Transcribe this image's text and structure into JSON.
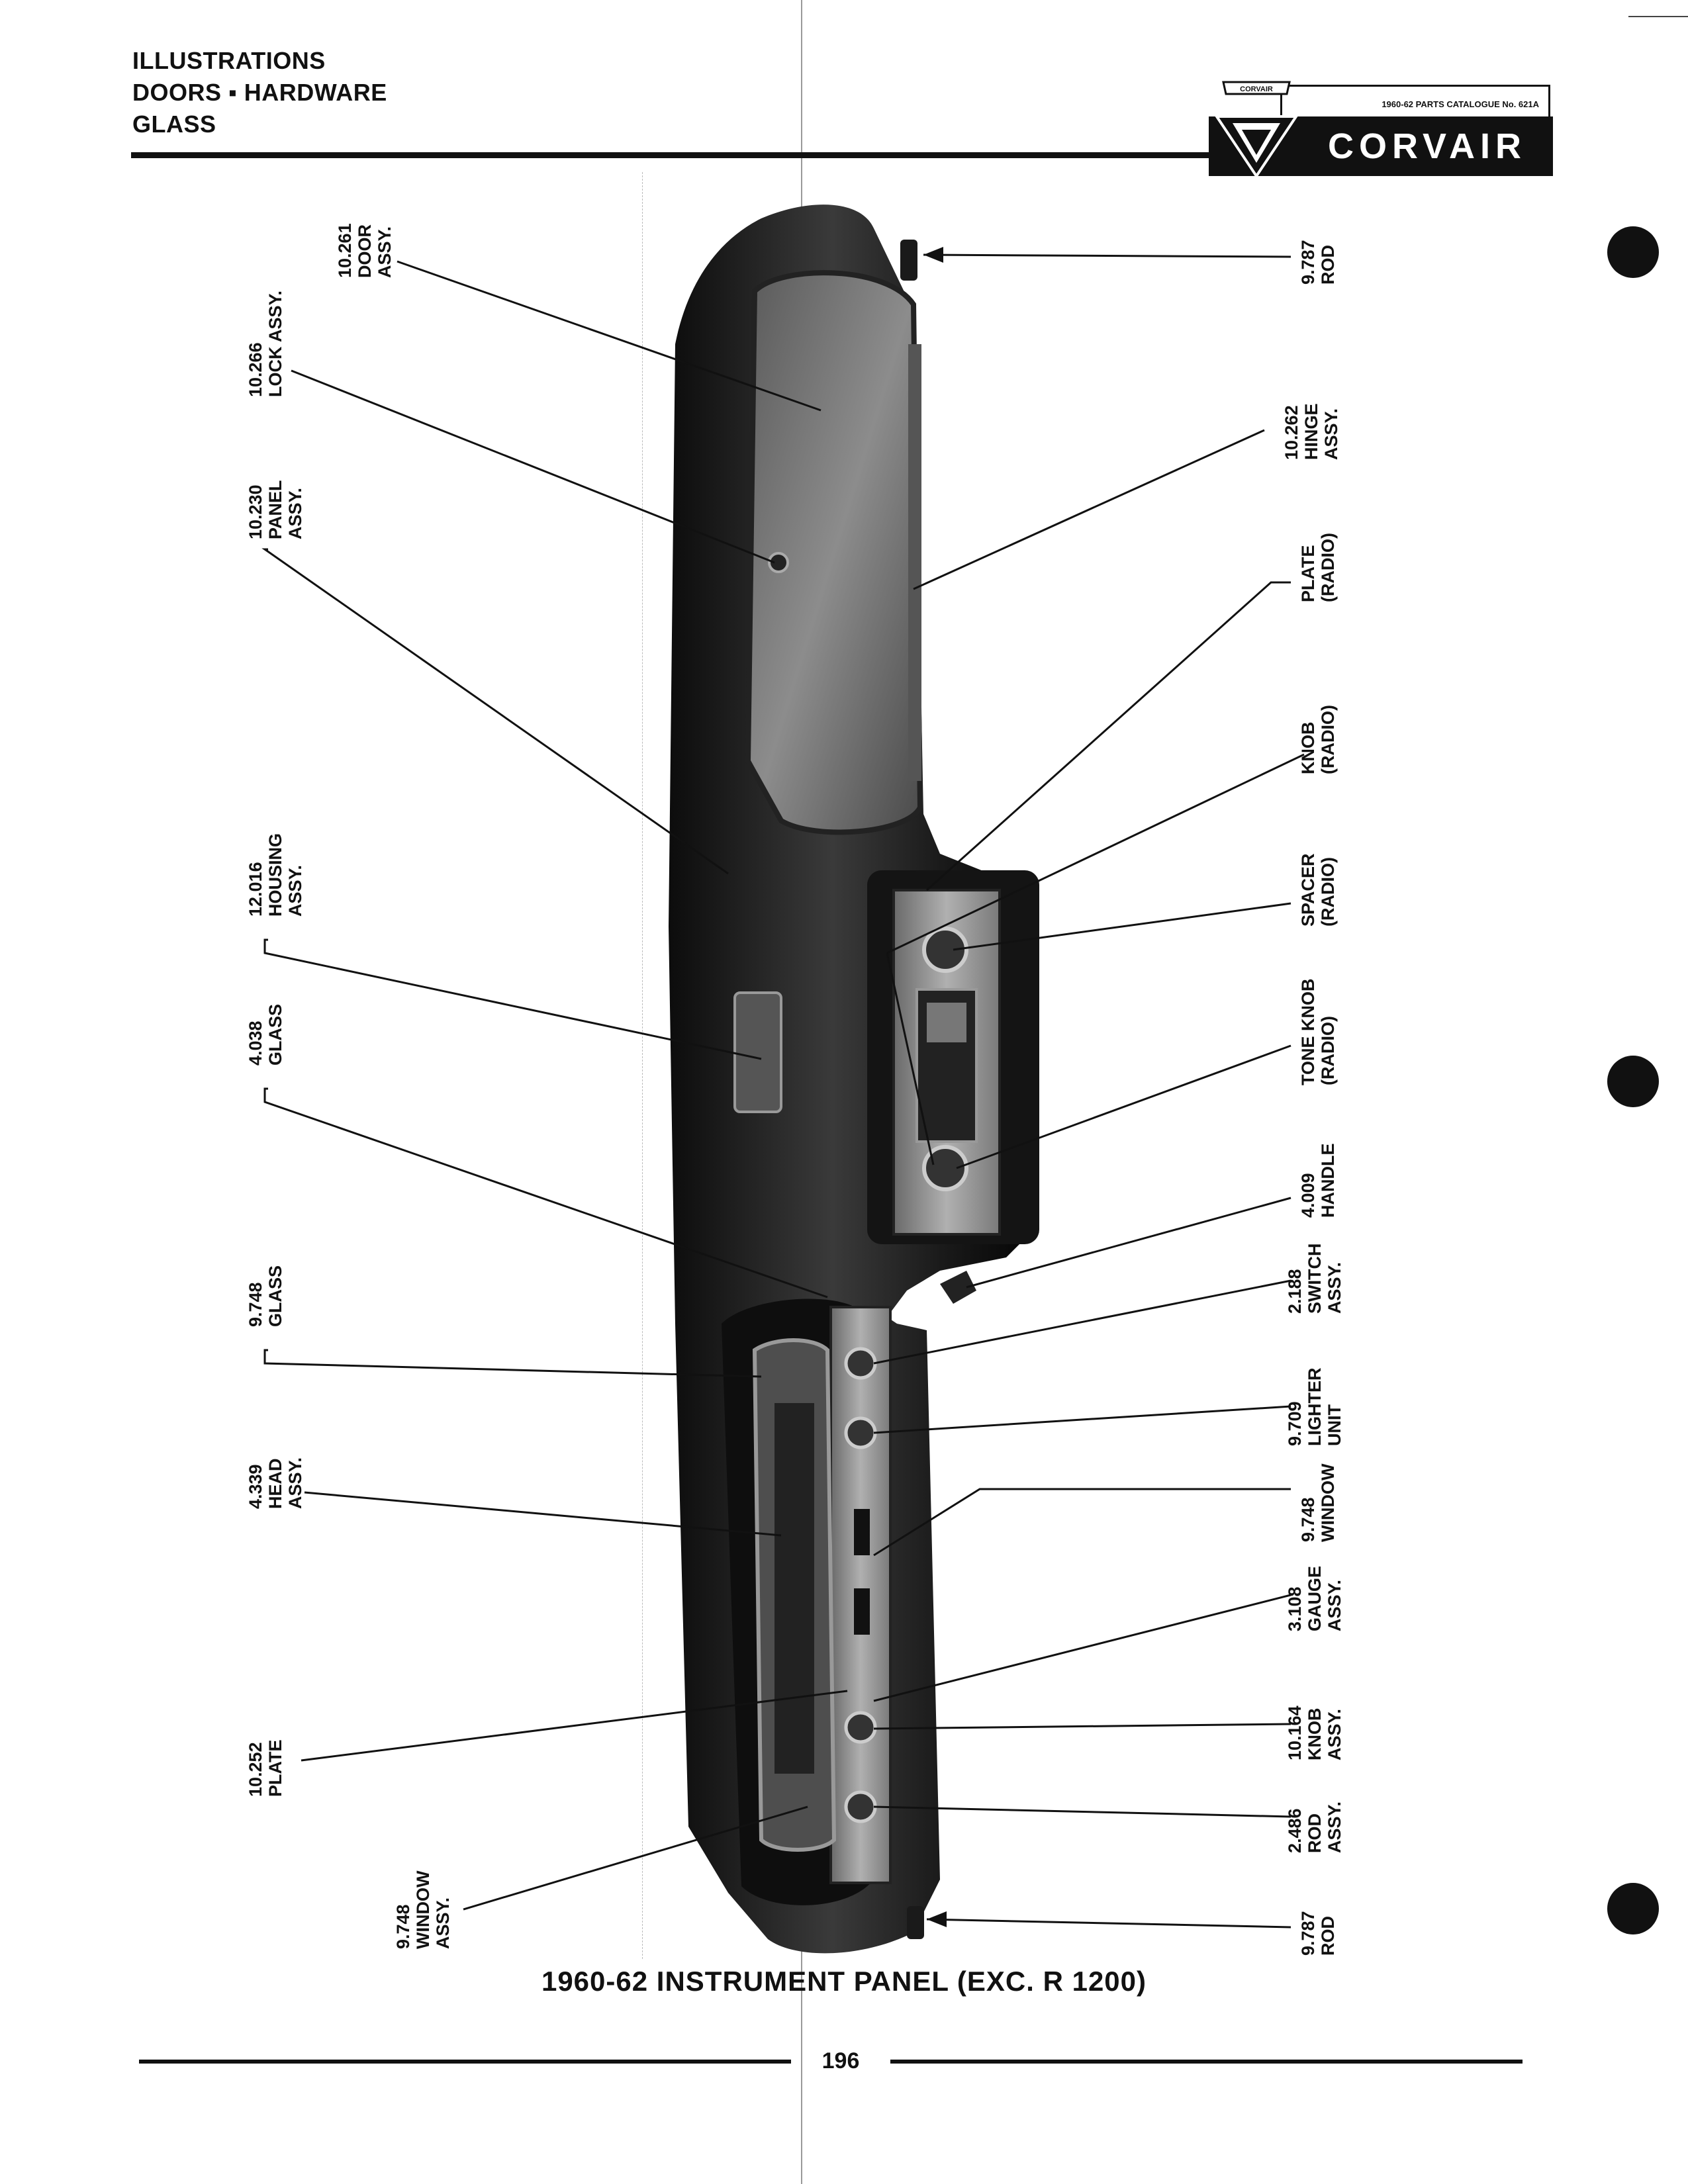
{
  "header": {
    "lines": [
      "ILLUSTRATIONS",
      "DOORS ▪ HARDWARE",
      "GLASS"
    ],
    "catalogue": "1960-62 PARTS CATALOGUE No. 621A",
    "brand": "CORVAIR",
    "emblem_text": "CORVAIR"
  },
  "left_labels": [
    {
      "lines": [
        "10.261",
        "DOOR",
        "ASSY."
      ]
    },
    {
      "lines": [
        "10.266",
        "LOCK ASSY."
      ]
    },
    {
      "lines": [
        "10.230",
        "PANEL",
        "ASSY."
      ]
    },
    {
      "lines": [
        "12.016",
        "HOUSING",
        "ASSY."
      ]
    },
    {
      "lines": [
        "4.038",
        "GLASS"
      ]
    },
    {
      "lines": [
        "9.748",
        "GLASS"
      ]
    },
    {
      "lines": [
        "4.339",
        "HEAD",
        "ASSY."
      ]
    },
    {
      "lines": [
        "10.252",
        "PLATE"
      ]
    },
    {
      "lines": [
        "9.748",
        "WINDOW",
        "ASSY."
      ]
    }
  ],
  "right_labels": [
    {
      "lines": [
        "9.787",
        "ROD"
      ]
    },
    {
      "lines": [
        "10.262",
        "HINGE",
        "ASSY."
      ]
    },
    {
      "lines": [
        "PLATE",
        "(RADIO)"
      ]
    },
    {
      "lines": [
        "KNOB",
        "(RADIO)"
      ]
    },
    {
      "lines": [
        "SPACER",
        "(RADIO)"
      ]
    },
    {
      "lines": [
        "TONE KNOB",
        "(RADIO)"
      ]
    },
    {
      "lines": [
        "4.009",
        "HANDLE"
      ]
    },
    {
      "lines": [
        "2.188",
        "SWITCH",
        "ASSY."
      ]
    },
    {
      "lines": [
        "9.709",
        "LIGHTER",
        "UNIT"
      ]
    },
    {
      "lines": [
        "9.748",
        "WINDOW"
      ]
    },
    {
      "lines": [
        "3.108",
        "GAUGE",
        "ASSY."
      ]
    },
    {
      "lines": [
        "10.164",
        "KNOB",
        "ASSY."
      ]
    },
    {
      "lines": [
        "2.486",
        "ROD",
        "ASSY."
      ]
    },
    {
      "lines": [
        "9.787",
        "ROD"
      ]
    }
  ],
  "caption": "1960-62  INSTRUMENT  PANEL  (EXC.  R 1200)",
  "page_number": "196"
}
